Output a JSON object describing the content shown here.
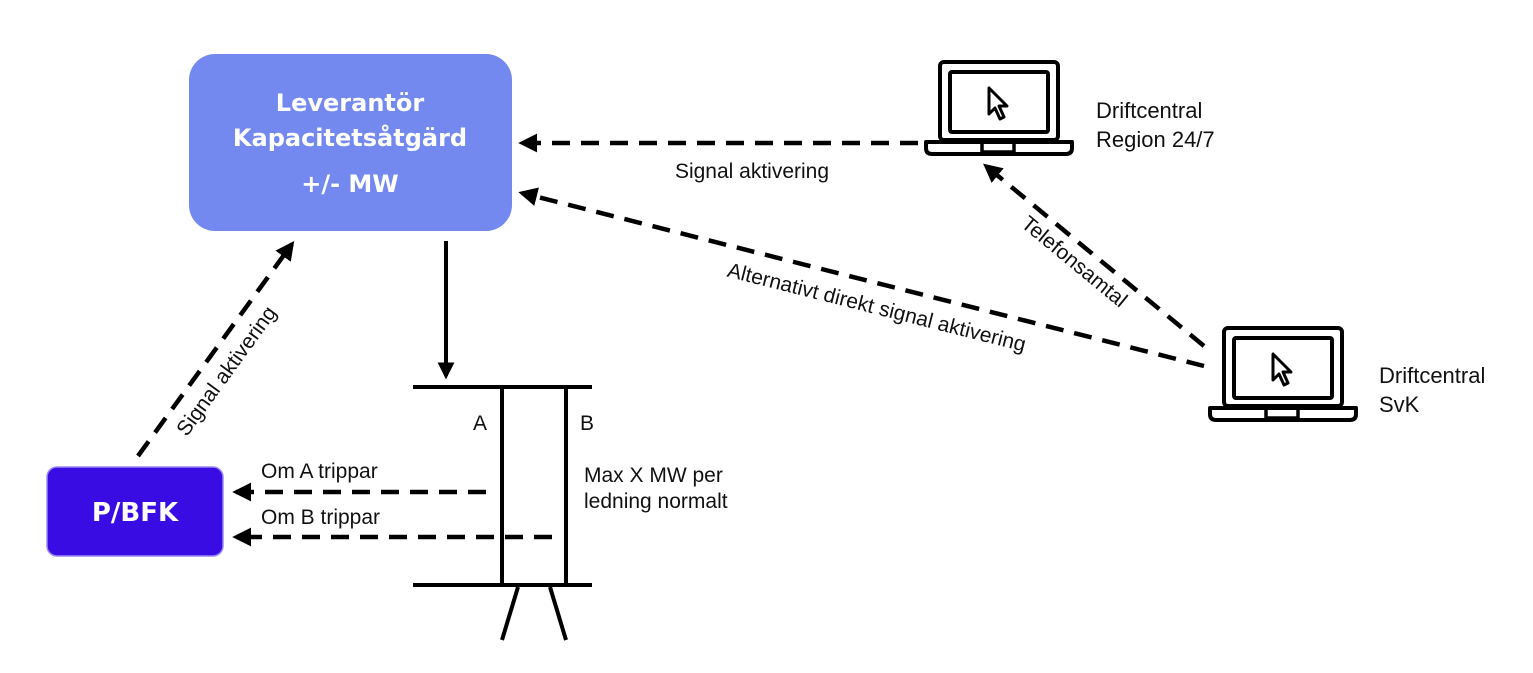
{
  "nodes": {
    "leverantor": {
      "line1": "Leverantör",
      "line2": "Kapacitetsåtgärd",
      "line3": "+/- MW",
      "color": "#7389ef"
    },
    "pbfk": {
      "label": "P/BFK",
      "color": "#3a0ce4"
    },
    "driftcentral_region": {
      "line1": "Driftcentral",
      "line2": "Region 24/7",
      "icon": "laptop-icon"
    },
    "driftcentral_svk": {
      "line1": "Driftcentral",
      "line2": "SvK",
      "icon": "laptop-icon"
    }
  },
  "edges": {
    "region_to_leverantor": "Signal aktivering",
    "svk_to_leverantor": "Alternativt direkt signal aktivering",
    "svk_to_region": "Telefonsamtal",
    "pbfk_to_leverantor": "Signal aktivering",
    "a_trip": "Om A trippar",
    "b_trip": "Om B trippar"
  },
  "grid": {
    "line_a": "A",
    "line_b": "B",
    "capacity_line1": "Max X MW per",
    "capacity_line2": "ledning normalt"
  }
}
